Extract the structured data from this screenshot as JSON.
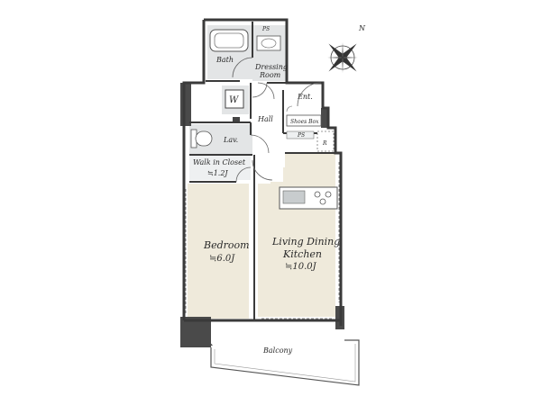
{
  "rooms": {
    "bath": "Bath",
    "dressing_line1": "Dressing",
    "dressing_line2": "Room",
    "washer": "W",
    "entrance": "Ent.",
    "shoes_box": "Shoes Box",
    "hall": "Hall",
    "lavatory": "Lav.",
    "walk_in_closet": "Walk in Closet",
    "walk_in_closet_size": "≒1.2J",
    "bedroom": "Bedroom",
    "bedroom_size": "≒6.0J",
    "ldk_line1": "Living Dining",
    "ldk_line2": "Kitchen",
    "ldk_size": "≒10.0J",
    "balcony": "Balcony"
  },
  "marks": {
    "ps_top": "PS",
    "ps_entry": "PS",
    "refrigerator": "R",
    "compass_north": "N"
  },
  "colors": {
    "bedroom_floor": "#efeadb",
    "ldk_floor": "#efeadb",
    "wet_area": "#e3e5e6",
    "hall_floor": "#ffffff",
    "structure_dark": "#4a4a4a",
    "wall": "#3a3a3a",
    "closet_fill": "#eef0f1",
    "kitchen_counter": "#c8ccce"
  }
}
